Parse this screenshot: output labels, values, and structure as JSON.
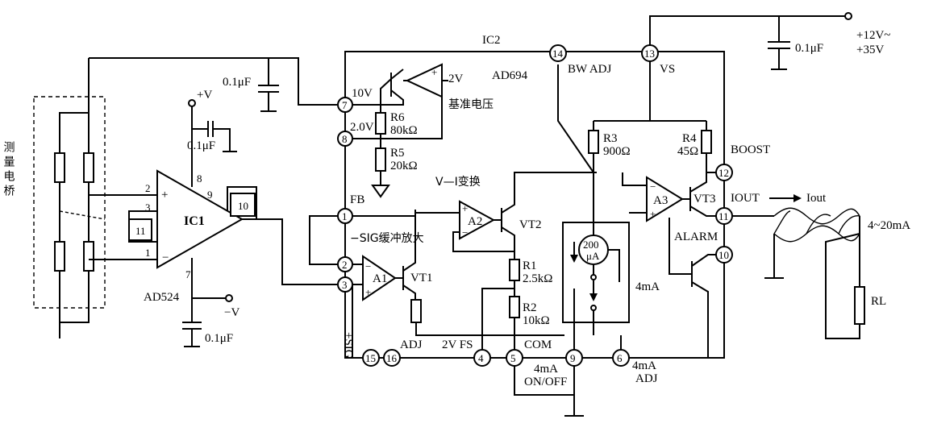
{
  "left_block": {
    "bridge_label": "测量电桥",
    "ic1_name": "IC1",
    "ic1_part": "AD524",
    "pin_2": "2",
    "pin_3": "3",
    "pin_1": "1",
    "pin_8": "8",
    "pin_9": "9",
    "pin_7": "7",
    "pin_10": "10",
    "pin_11": "11",
    "plus_v": "+V",
    "minus_v": "−V",
    "cap_top": "0.1μF",
    "cap_mid": "0.1μF",
    "cap_bottom": "0.1μF"
  },
  "ic2": {
    "name": "IC2",
    "part": "AD694",
    "bw_adj": "BW ADJ",
    "vs": "VS",
    "label_10v": "10V",
    "label_2v": "2.0V",
    "ref_2v": "2V",
    "ref_voltage": "基准电压",
    "r6": "R6",
    "r6_val": "80kΩ",
    "r5": "R5",
    "r5_val": "20kΩ",
    "v_i_convert": "V—I变换",
    "fb": "FB",
    "sig_buffer": "−SIG缓冲放大",
    "plus_sig": "+SIG",
    "a1": "A1",
    "a2": "A2",
    "a3": "A3",
    "vt1": "VT1",
    "vt2": "VT2",
    "vt3": "VT3",
    "r1": "R1",
    "r1_val": "2.5kΩ",
    "r2": "R2",
    "r2_val": "10kΩ",
    "r3": "R3",
    "r3_val": "900Ω",
    "r4": "R4",
    "r4_val": "45Ω",
    "boost": "BOOST",
    "alarm": "ALARM",
    "src_200": "200",
    "src_ua": "μA",
    "four_ma": "4mA",
    "adj": "ADJ",
    "two_v_fs": "2V FS",
    "com": "COM",
    "ma_on_off_1": "4mA",
    "ma_on_off_2": "ON/OFF",
    "ma_adj_1": "4mA",
    "ma_adj_2": "ADJ",
    "i_out": "IOUT",
    "pins": {
      "p1": "1",
      "p2": "2",
      "p3": "3",
      "p4": "4",
      "p5": "5",
      "p6": "6",
      "p7": "7",
      "p8": "8",
      "p9": "9",
      "p10": "10",
      "p11": "11",
      "p12": "12",
      "p13": "13",
      "p14": "14",
      "p15": "15",
      "p16": "16"
    }
  },
  "right_block": {
    "supply_1": "+12V~",
    "supply_2": "+35V",
    "cap": "0.1μF",
    "i_out_arrow": "Iout",
    "range": "4~20mA",
    "rl": "RL"
  }
}
